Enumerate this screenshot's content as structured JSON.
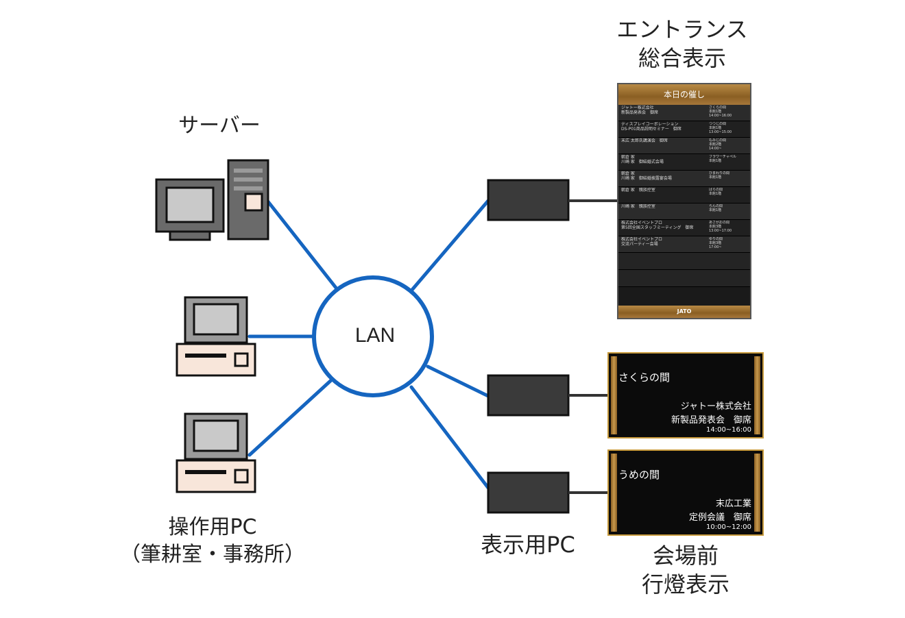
{
  "labels": {
    "server": "サーバー",
    "entrance_line1": "エントランス",
    "entrance_line2": "総合表示",
    "ops_line1": "操作用PC",
    "ops_line2": "（筆耕室・事務所）",
    "display_pc": "表示用PC",
    "lantern_line1": "会場前",
    "lantern_line2": "行燈表示",
    "lan": "LAN"
  },
  "entrance_sign": {
    "header": "本日の催し",
    "footer": "JATO",
    "rows": [
      {
        "left": "ジャトー株式会社\n新製品発表会　御席",
        "right": "さくらの間\n本館1階\n14:00~16:00"
      },
      {
        "left": "ディスプレイコーポレーション\nDS-P01商品説明セミナー　御席",
        "right": "つつじの間\n本館1階\n13:00~15:00"
      },
      {
        "left": "末広 太郎氏講演会　御席",
        "right": "もみじの間\n本館2階\n14:00~"
      },
      {
        "left": "朝倉 家\n川崎 家　御結婚式会場",
        "right": "フラワーチャペル\n本館1階"
      },
      {
        "left": "朝倉 家\n川崎 家　御結婚披露宴会場",
        "right": "ひまわりの間\n本館1階"
      },
      {
        "left": "朝倉 家　親族控室",
        "right": "ばらの間\n本館1階"
      },
      {
        "left": "川崎 家　親族控室",
        "right": "らんの間\n本館1階"
      },
      {
        "left": "株式会社イベントプロ\n第5回全国スタッフミーティング　御席",
        "right": "あさがおの間\n本館3階\n13:00~17:00"
      },
      {
        "left": "株式会社イベントプロ\n交流パーティー会場",
        "right": "ゆりの間\n本館3階\n17:00~"
      }
    ]
  },
  "lantern_signs": [
    {
      "room": "さくらの間",
      "org": "ジャトー株式会社",
      "event": "新製品発表会　御席",
      "time": "14:00~16:00"
    },
    {
      "room": "うめの間",
      "org": "末広工業",
      "event": "定例会議　御席",
      "time": "10:00~12:00"
    }
  ],
  "colors": {
    "network_line": "#1565c0",
    "hub_stroke": "#1565c0",
    "device_dark": "#3a3a3a",
    "pc_case": "#f8e6da",
    "gold_accent": "#c79a3c"
  }
}
